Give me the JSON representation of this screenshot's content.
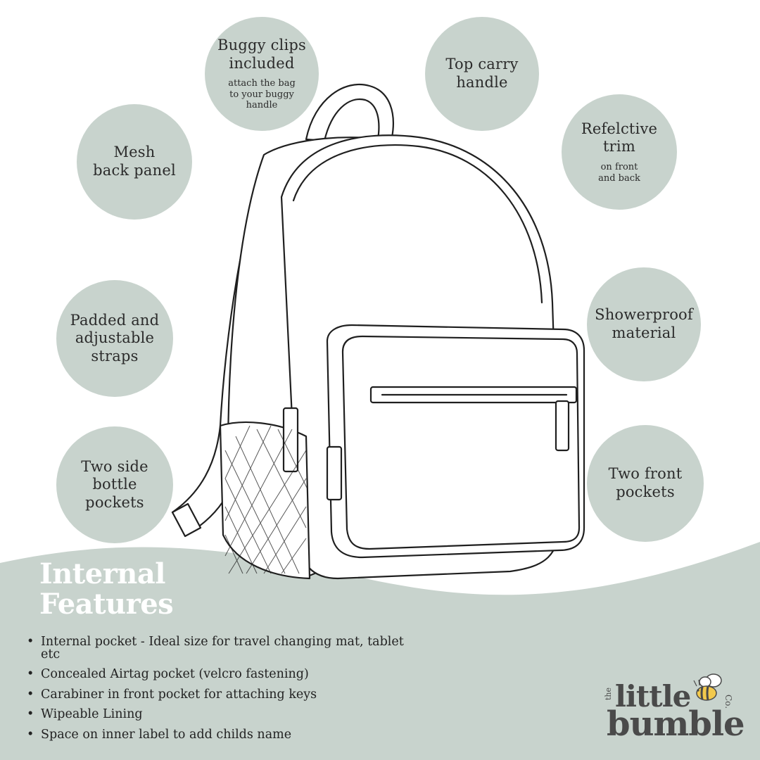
{
  "bubbles": {
    "buggy_clips": {
      "title_line1": "Buggy clips",
      "title_line2": "included",
      "sub_line1": "attach the bag",
      "sub_line2": "to your buggy",
      "sub_line3": "handle"
    },
    "top_handle": {
      "line1": "Top carry",
      "line2": "handle"
    },
    "mesh_panel": {
      "line1": "Mesh",
      "line2": "back panel"
    },
    "reflective_trim": {
      "title_line1": "Refelctive",
      "title_line2": "trim",
      "sub_line1": "on front",
      "sub_line2": "and back"
    },
    "padded_straps": {
      "line1": "Padded and",
      "line2": "adjustable",
      "line3": "straps"
    },
    "showerproof": {
      "line1": "Showerproof",
      "line2": "material"
    },
    "side_pockets": {
      "line1": "Two side",
      "line2": "bottle",
      "line3": "pockets"
    },
    "front_pockets": {
      "line1": "Two front",
      "line2": "pockets"
    }
  },
  "internal": {
    "title_line1": "Internal",
    "title_line2": "Features",
    "items": [
      "Internal pocket - Ideal size for travel changing mat, tablet etc",
      "Concealed Airtag pocket (velcro fastening)",
      "Carabiner in front pocket for attaching keys",
      "Wipeable Lining",
      "Space on inner label to add childs name"
    ]
  },
  "logo": {
    "the": "the",
    "little": "little",
    "bumble": "bumble",
    "co": "Co."
  },
  "colors": {
    "bubble": "#c8d3cd",
    "wave": "#c8d3cd",
    "text": "#2b2b2b",
    "title": "#ffffff"
  },
  "icons": {
    "product": "backpack-illustration",
    "brand": "bee-icon"
  }
}
